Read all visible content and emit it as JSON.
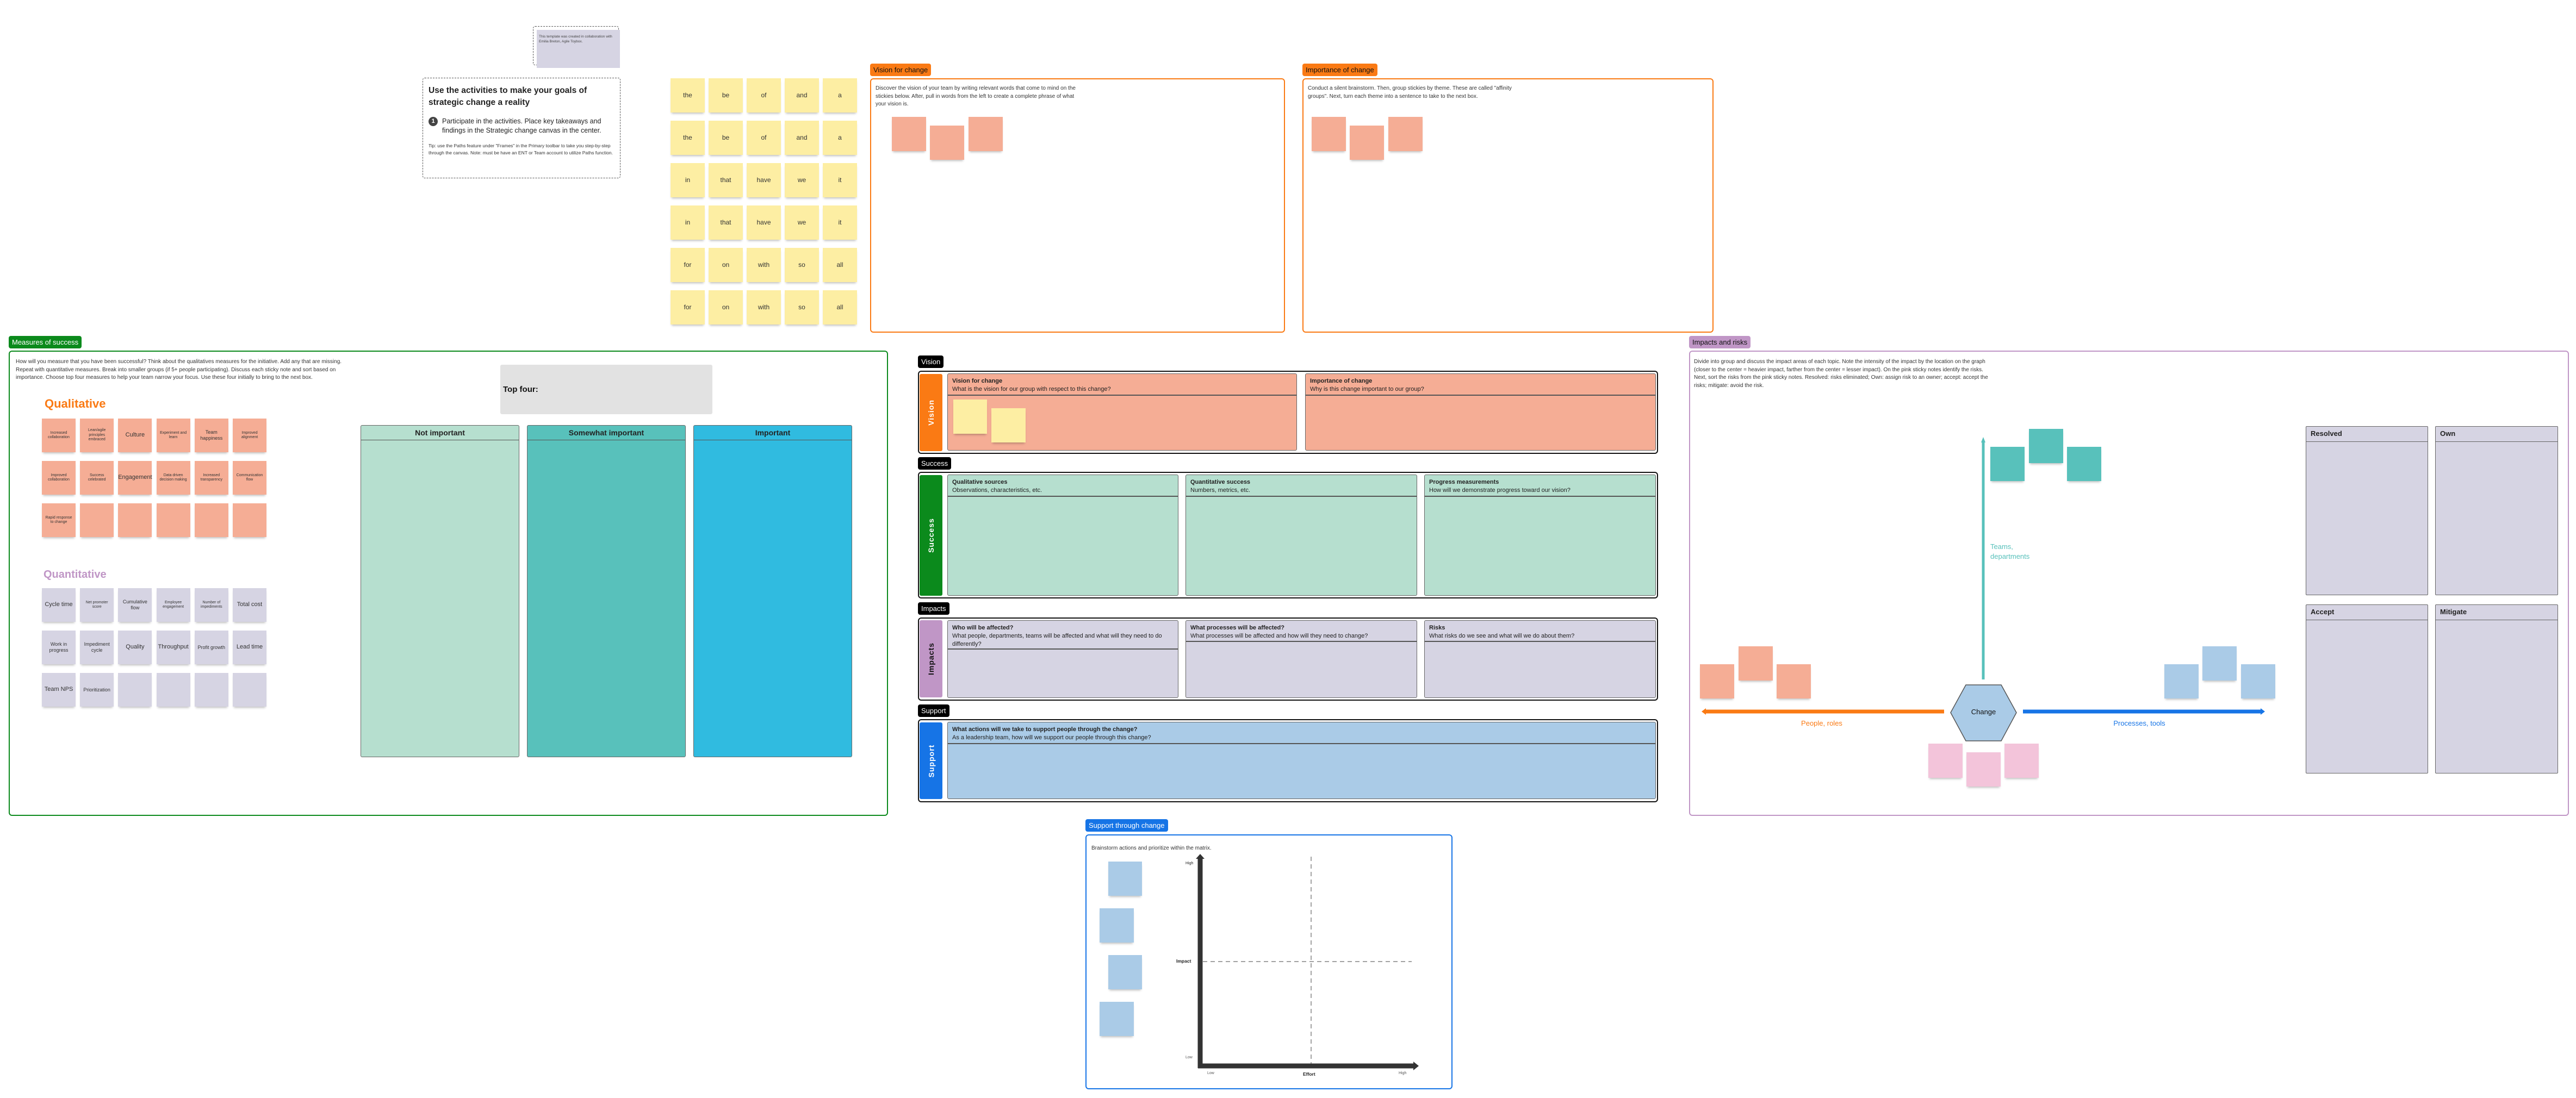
{
  "credit_note": "This template was created in collaboration with Emilia Breton, Agile Toybox.",
  "instructions": {
    "title": "Use the activities to make your goals of strategic change a reality",
    "step_number": "1",
    "step_text": "Participate in the activities. Place key takeaways and findings in the Strategic change canvas in the center.",
    "tip": "Tip: use the Paths feature under \"Frames\" in the Primary toolbar to take you step-by-step through the canvas. Note: must be have an ENT or Team account to utilize Paths function."
  },
  "word_stickies": [
    [
      "the",
      "be",
      "of",
      "and",
      "a"
    ],
    [
      "the",
      "be",
      "of",
      "and",
      "a"
    ],
    [
      "in",
      "that",
      "have",
      "we",
      "it"
    ],
    [
      "in",
      "that",
      "have",
      "we",
      "it"
    ],
    [
      "for",
      "on",
      "with",
      "so",
      "all"
    ],
    [
      "for",
      "on",
      "with",
      "so",
      "all"
    ]
  ],
  "vision_frame": {
    "tag": "Vision for change",
    "description": "Discover the vision of your team by writing relevant words that come to mind on the stickies below. After, pull in words from the left to create a complete phrase of what your vision is."
  },
  "importance_frame": {
    "tag": "Importance of change",
    "description": "Conduct a silent brainstorm. Then, group stickies by theme. These are called \"affinity groups\". Next, turn each theme into a sentence to take to the next box."
  },
  "measures": {
    "tag": "Measures of success",
    "description": "How will you measure that you have been successful? Think about the qualitatives measures for the initiative. Add any that are missing. Repeat with quantitative measures. Break into smaller groups (if 5+ people participating). Discuss each sticky note and sort based on importance. Choose top four measures to help your team narrow your focus. Use these four initially to bring to the next box.",
    "qualitative_label": "Qualitative",
    "qualitative": [
      "Increased collaboration",
      "Lean/agile principles embraced",
      "Culture",
      "Experiment and learn",
      "Team happiness",
      "Improved alignment",
      "Improved collaboration",
      "Success celebrated",
      "Engagement",
      "Data driven decision making",
      "Increased transparency",
      "Communication flow",
      "Rapid response to change",
      "",
      "",
      "",
      "",
      ""
    ],
    "quantitative_label": "Quantitative",
    "quantitative": [
      "Cycle time",
      "Net promoter score",
      "Cumulative flow",
      "Employee engagement",
      "Number of impediments",
      "Total cost",
      "Work in progress",
      "Impediment cycle",
      "Quality",
      "Throughput",
      "Profit growth",
      "Lead time",
      "Team NPS",
      "Prioritization",
      "",
      "",
      "",
      ""
    ],
    "top_four_label": "Top four:",
    "columns": [
      "Not important",
      "Somewhat important",
      "Important"
    ]
  },
  "canvas": {
    "vision": {
      "tag": "Vision",
      "band": "Vision",
      "cells": [
        {
          "title": "Vision for change",
          "subtitle": "What is the vision for our group with respect to this change?"
        },
        {
          "title": "Importance of change",
          "subtitle": "Why is this change important to our group?"
        }
      ]
    },
    "success": {
      "tag": "Success",
      "band": "Success",
      "cells": [
        {
          "title": "Qualitative sources",
          "subtitle": "Observations, characteristics, etc."
        },
        {
          "title": "Quantitative success",
          "subtitle": "Numbers, metrics, etc."
        },
        {
          "title": "Progress measurements",
          "subtitle": "How will we demonstrate progress toward our vision?"
        }
      ]
    },
    "impacts": {
      "tag": "Impacts",
      "band": "Impacts",
      "cells": [
        {
          "title": "Who will be affected?",
          "subtitle": "What people, departments, teams will be affected and what will they need to do differently?"
        },
        {
          "title": "What processes will be affected?",
          "subtitle": "What processes will be affected and how will they need to change?"
        },
        {
          "title": "Risks",
          "subtitle": "What risks do we see and what will we do about them?"
        }
      ]
    },
    "support": {
      "tag": "Support",
      "band": "Support",
      "cells": [
        {
          "title": "What actions will we take to support people through the change?",
          "subtitle": "As a leadership team, how will we support our people through this change?"
        }
      ]
    }
  },
  "impacts_risks": {
    "tag": "Impacts and risks",
    "description": "Divide into group and discuss the impact areas of each topic. Note the intensity of the impact by the location on the graph (closer to the center = heavier impact, farther from the center = lesser impact). On the pink sticky notes identify the risks. Next, sort the risks from the pink sticky notes. Resolved: risks eliminated; Own: assign risk to an owner; accept: accept the risks; mitigate: avoid the risk.",
    "center": "Change",
    "axis_up": "Teams, departments",
    "axis_left": "People, roles",
    "axis_right": "Processes, tools",
    "boxes": [
      "Resolved",
      "Own",
      "Accept",
      "Mitigate"
    ]
  },
  "support_frame": {
    "tag": "Support through change",
    "description": "Brainstorm actions and prioritize within the matrix.",
    "y_label": "Impact",
    "x_label": "Effort",
    "y_high": "High",
    "y_low": "Low",
    "x_low": "Low",
    "x_high": "High"
  },
  "colors": {
    "orange": "#fa7a14",
    "green": "#0b8a1c",
    "purple": "#c096c6",
    "blue": "#1674e6",
    "teal": "#58c1bb"
  }
}
